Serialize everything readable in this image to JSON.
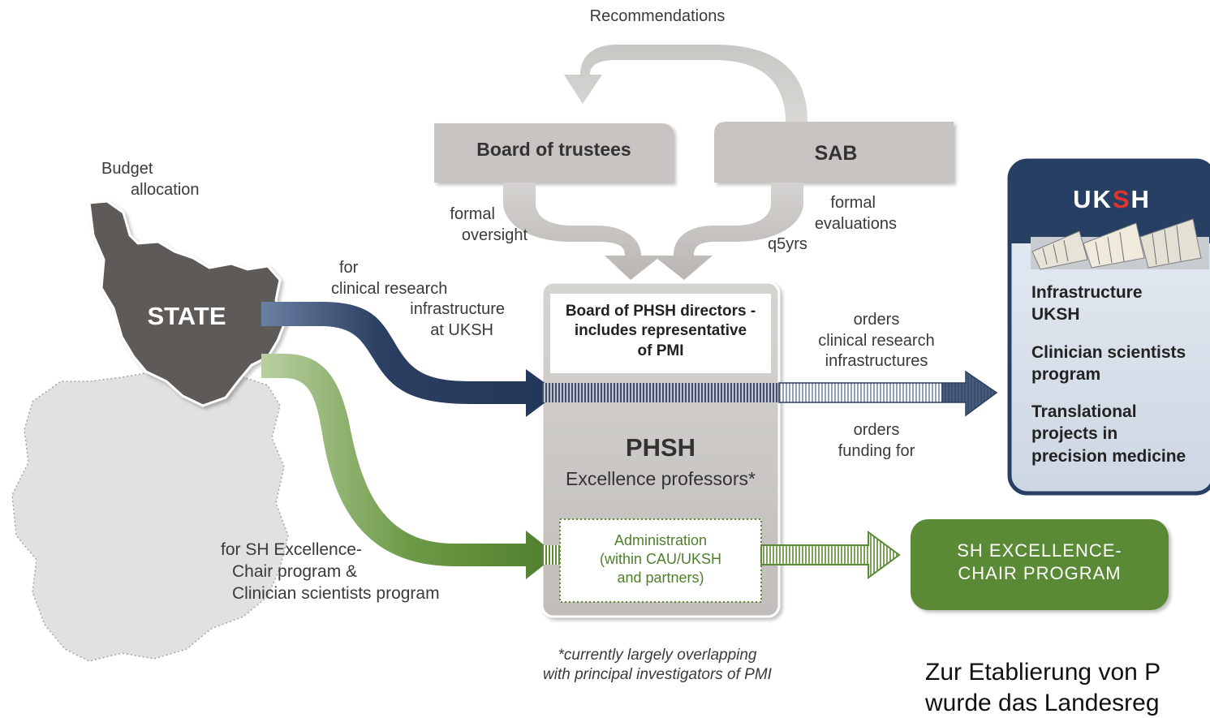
{
  "top": {
    "recommendations": "Recommendations"
  },
  "boxes": {
    "trustees": "Board of trustees",
    "sab": "SAB"
  },
  "arrows": {
    "formal_oversight": [
      "formal",
      "oversight"
    ],
    "formal_evaluations": [
      "formal",
      "evaluations",
      "q5yrs"
    ]
  },
  "state": {
    "budget": [
      "Budget",
      "allocation"
    ],
    "label": "STATE",
    "clinical_research": [
      "for",
      "clinical research",
      "infrastructure",
      "at UKSH"
    ],
    "excellence": [
      "for SH Excellence-",
      "Chair program &",
      "Clinician scientists program"
    ]
  },
  "phsh": {
    "directors": [
      "Board of PHSH directors -",
      "includes representative",
      "of PMI"
    ],
    "title": "PHSH",
    "subtitle": "Excellence professors*",
    "admin": [
      "Administration",
      "(within CAU/UKSH",
      "and partners)"
    ]
  },
  "orders": {
    "infra": [
      "orders",
      "clinical research",
      "infrastructures"
    ],
    "funding": [
      "orders",
      "funding for"
    ]
  },
  "uksh": {
    "logo": [
      "UK",
      "S",
      "H"
    ],
    "items": [
      [
        "Infrastructure",
        "UKSH"
      ],
      [
        "Clinician scientists",
        "program"
      ],
      [
        "Translational",
        "projects in",
        "precision medicine"
      ]
    ]
  },
  "excellence_program": [
    "SH EXCELLENCE-",
    "CHAIR PROGRAM"
  ],
  "footnote": [
    "*currently largely overlapping",
    "with principal investigators of PMI"
  ],
  "bottom_text": [
    "Zur Etablierung von P",
    "wurde das Landesreg"
  ],
  "colors": {
    "dark_blue": "#2b3f63",
    "green": "#5a8a35",
    "state_gray": "#5d5a58",
    "light_gray": "#d8d6d4",
    "box_gray": "#c9c6c3",
    "uksh_navy": "#263f63",
    "uksh_red": "#e3342d"
  }
}
